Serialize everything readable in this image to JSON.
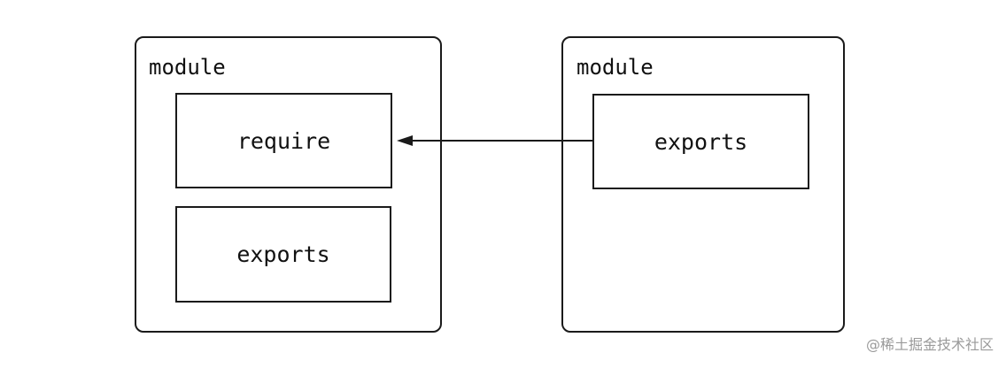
{
  "diagram": {
    "left_module": {
      "label": "module",
      "inner": [
        {
          "label": "require"
        },
        {
          "label": "exports"
        }
      ]
    },
    "right_module": {
      "label": "module",
      "inner": [
        {
          "label": "exports"
        }
      ]
    },
    "edges": [
      {
        "from": "right_module.exports",
        "to": "left_module.require"
      }
    ]
  },
  "watermark": {
    "text": "@稀土掘金技术社区"
  },
  "colors": {
    "stroke": "#1a1a1a",
    "text": "#111111",
    "watermark": "#9a9a9a",
    "background": "#ffffff"
  }
}
